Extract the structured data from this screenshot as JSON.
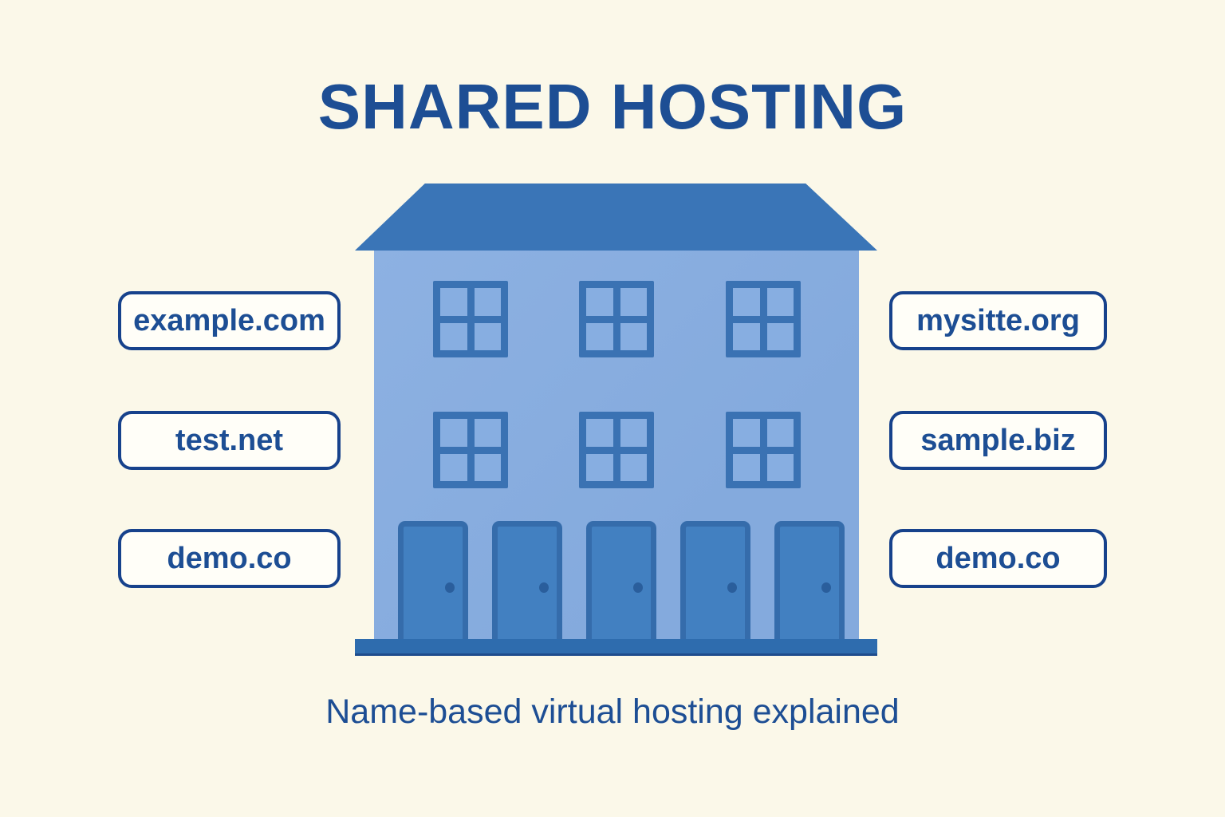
{
  "title": "SHARED HOSTING",
  "subtitle": "Name-based virtual hosting explained",
  "labels": {
    "left": [
      "example.com",
      "test.net",
      "demo.co"
    ],
    "right": [
      "mysitte.org",
      "sample.biz",
      "demo.co"
    ]
  },
  "house": {
    "windows_count": 6,
    "doors_count": 5
  },
  "colors": {
    "background": "#fbf8e9",
    "navy_text": "#1d4e94",
    "box_border": "#17428c",
    "box_background": "#fffef8",
    "roof": "#3a75b7",
    "wall": "#84aadd",
    "window_frame": "#3a72b3",
    "window_pane": "#87aee1",
    "door": "#4280c1",
    "door_frame": "#356cab",
    "door_knob": "#2a5e9c",
    "base": "#2e6cae"
  }
}
